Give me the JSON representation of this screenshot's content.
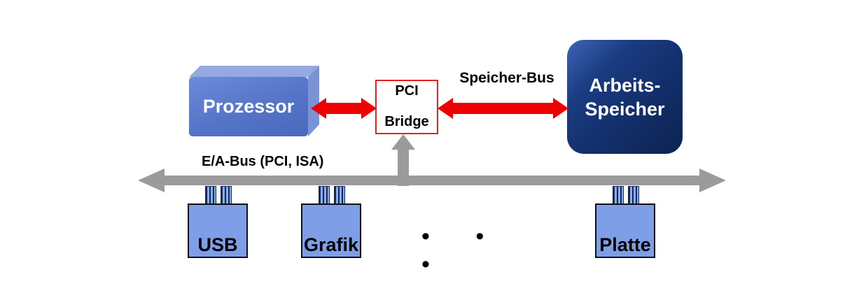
{
  "diagram": {
    "processor": {
      "label": "Prozessor"
    },
    "bridge": {
      "line1": "PCI",
      "line2": "Bridge"
    },
    "memory": {
      "line1": "Arbeits-",
      "line2": "Speicher"
    },
    "memory_bus_label": "Speicher-Bus",
    "io_bus_label": "E/A-Bus (PCI, ISA)",
    "devices": [
      {
        "label": "USB"
      },
      {
        "label": "Grafik"
      },
      {
        "label": "Platte"
      }
    ],
    "ellipsis": "• • •",
    "colors": {
      "arrow_red": "#ee0000",
      "bus_gray": "#9b9b9b",
      "processor_front": "#5574c8",
      "processor_top": "#93a9e0",
      "memory_navy": "#132f6b",
      "device_blue": "#7e9ee8",
      "bridge_border": "#e0241c"
    }
  }
}
